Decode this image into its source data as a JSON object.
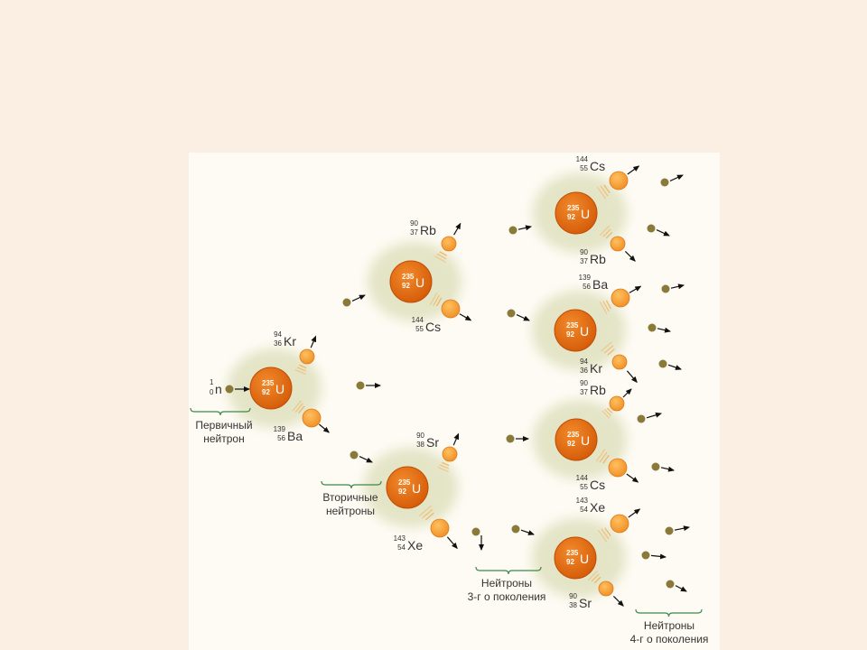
{
  "colors": {
    "page_bg": "#fbeee3",
    "panel_bg": "#fdfbf3",
    "cloud": "#e3e3c5",
    "nucleus": "#e46a10",
    "nucleus_rim": "#c04c00",
    "fragment": "#f5a035",
    "neutron": "#8a7a3a",
    "bracket": "#3a8a4a",
    "text": "#333333"
  },
  "nucleus_label": {
    "mass": "235",
    "charge": "92",
    "symbol": "U"
  },
  "neutron_label": {
    "mass": "1",
    "charge": "0",
    "symbol": "n"
  },
  "captions": {
    "primary": [
      "Первичный",
      "нейтрон"
    ],
    "secondary": [
      "Вторичные",
      "нейтроны"
    ],
    "third": [
      "Нейтроны",
      "3-г о поколения"
    ],
    "fourth": [
      "Нейтроны",
      "4-г о поколения"
    ]
  },
  "fragments": [
    {
      "mass": "94",
      "charge": "36",
      "symbol": "Kr"
    },
    {
      "mass": "139",
      "charge": "56",
      "symbol": "Ba"
    },
    {
      "mass": "90",
      "charge": "37",
      "symbol": "Rb"
    },
    {
      "mass": "144",
      "charge": "55",
      "symbol": "Cs"
    },
    {
      "mass": "90",
      "charge": "38",
      "symbol": "Sr"
    },
    {
      "mass": "143",
      "charge": "54",
      "symbol": "Xe"
    },
    {
      "mass": "144",
      "charge": "55",
      "symbol": "Cs"
    },
    {
      "mass": "90",
      "charge": "37",
      "symbol": "Rb"
    },
    {
      "mass": "139",
      "charge": "56",
      "symbol": "Ba"
    },
    {
      "mass": "94",
      "charge": "36",
      "symbol": "Kr"
    },
    {
      "mass": "90",
      "charge": "37",
      "symbol": "Rb"
    },
    {
      "mass": "144",
      "charge": "55",
      "symbol": "Cs"
    },
    {
      "mass": "143",
      "charge": "54",
      "symbol": "Xe"
    },
    {
      "mass": "90",
      "charge": "38",
      "symbol": "Sr"
    }
  ]
}
